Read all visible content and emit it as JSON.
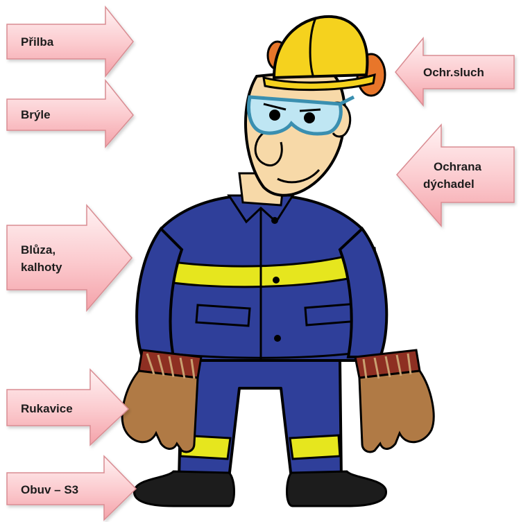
{
  "labels": {
    "helmet": "Přilba",
    "glasses": "Brýle",
    "hearing": "Ochr.sluch",
    "respiratory_line1": "Ochrana",
    "respiratory_line2": "dýchadel",
    "clothing_line1": "Blůza,",
    "clothing_line2": "kalhoty",
    "gloves": "Rukavice",
    "footwear": "Obuv – S3"
  },
  "colors": {
    "arrow_fill_light": "#fde3e5",
    "arrow_fill_dark": "#f6a8ae",
    "arrow_stroke": "#d98c92",
    "helmet": "#f5d21e",
    "earmuff": "#e8762a",
    "overall": "#2f3f9a",
    "reflective_stripe": "#e6e61e",
    "glove": "#b07a45",
    "glove_cuff": "#8e2f22",
    "boot": "#1c1c1c",
    "skin": "#f7d9a8",
    "lens": "#bfe6f3",
    "lens_frame": "#3a8fb0"
  }
}
